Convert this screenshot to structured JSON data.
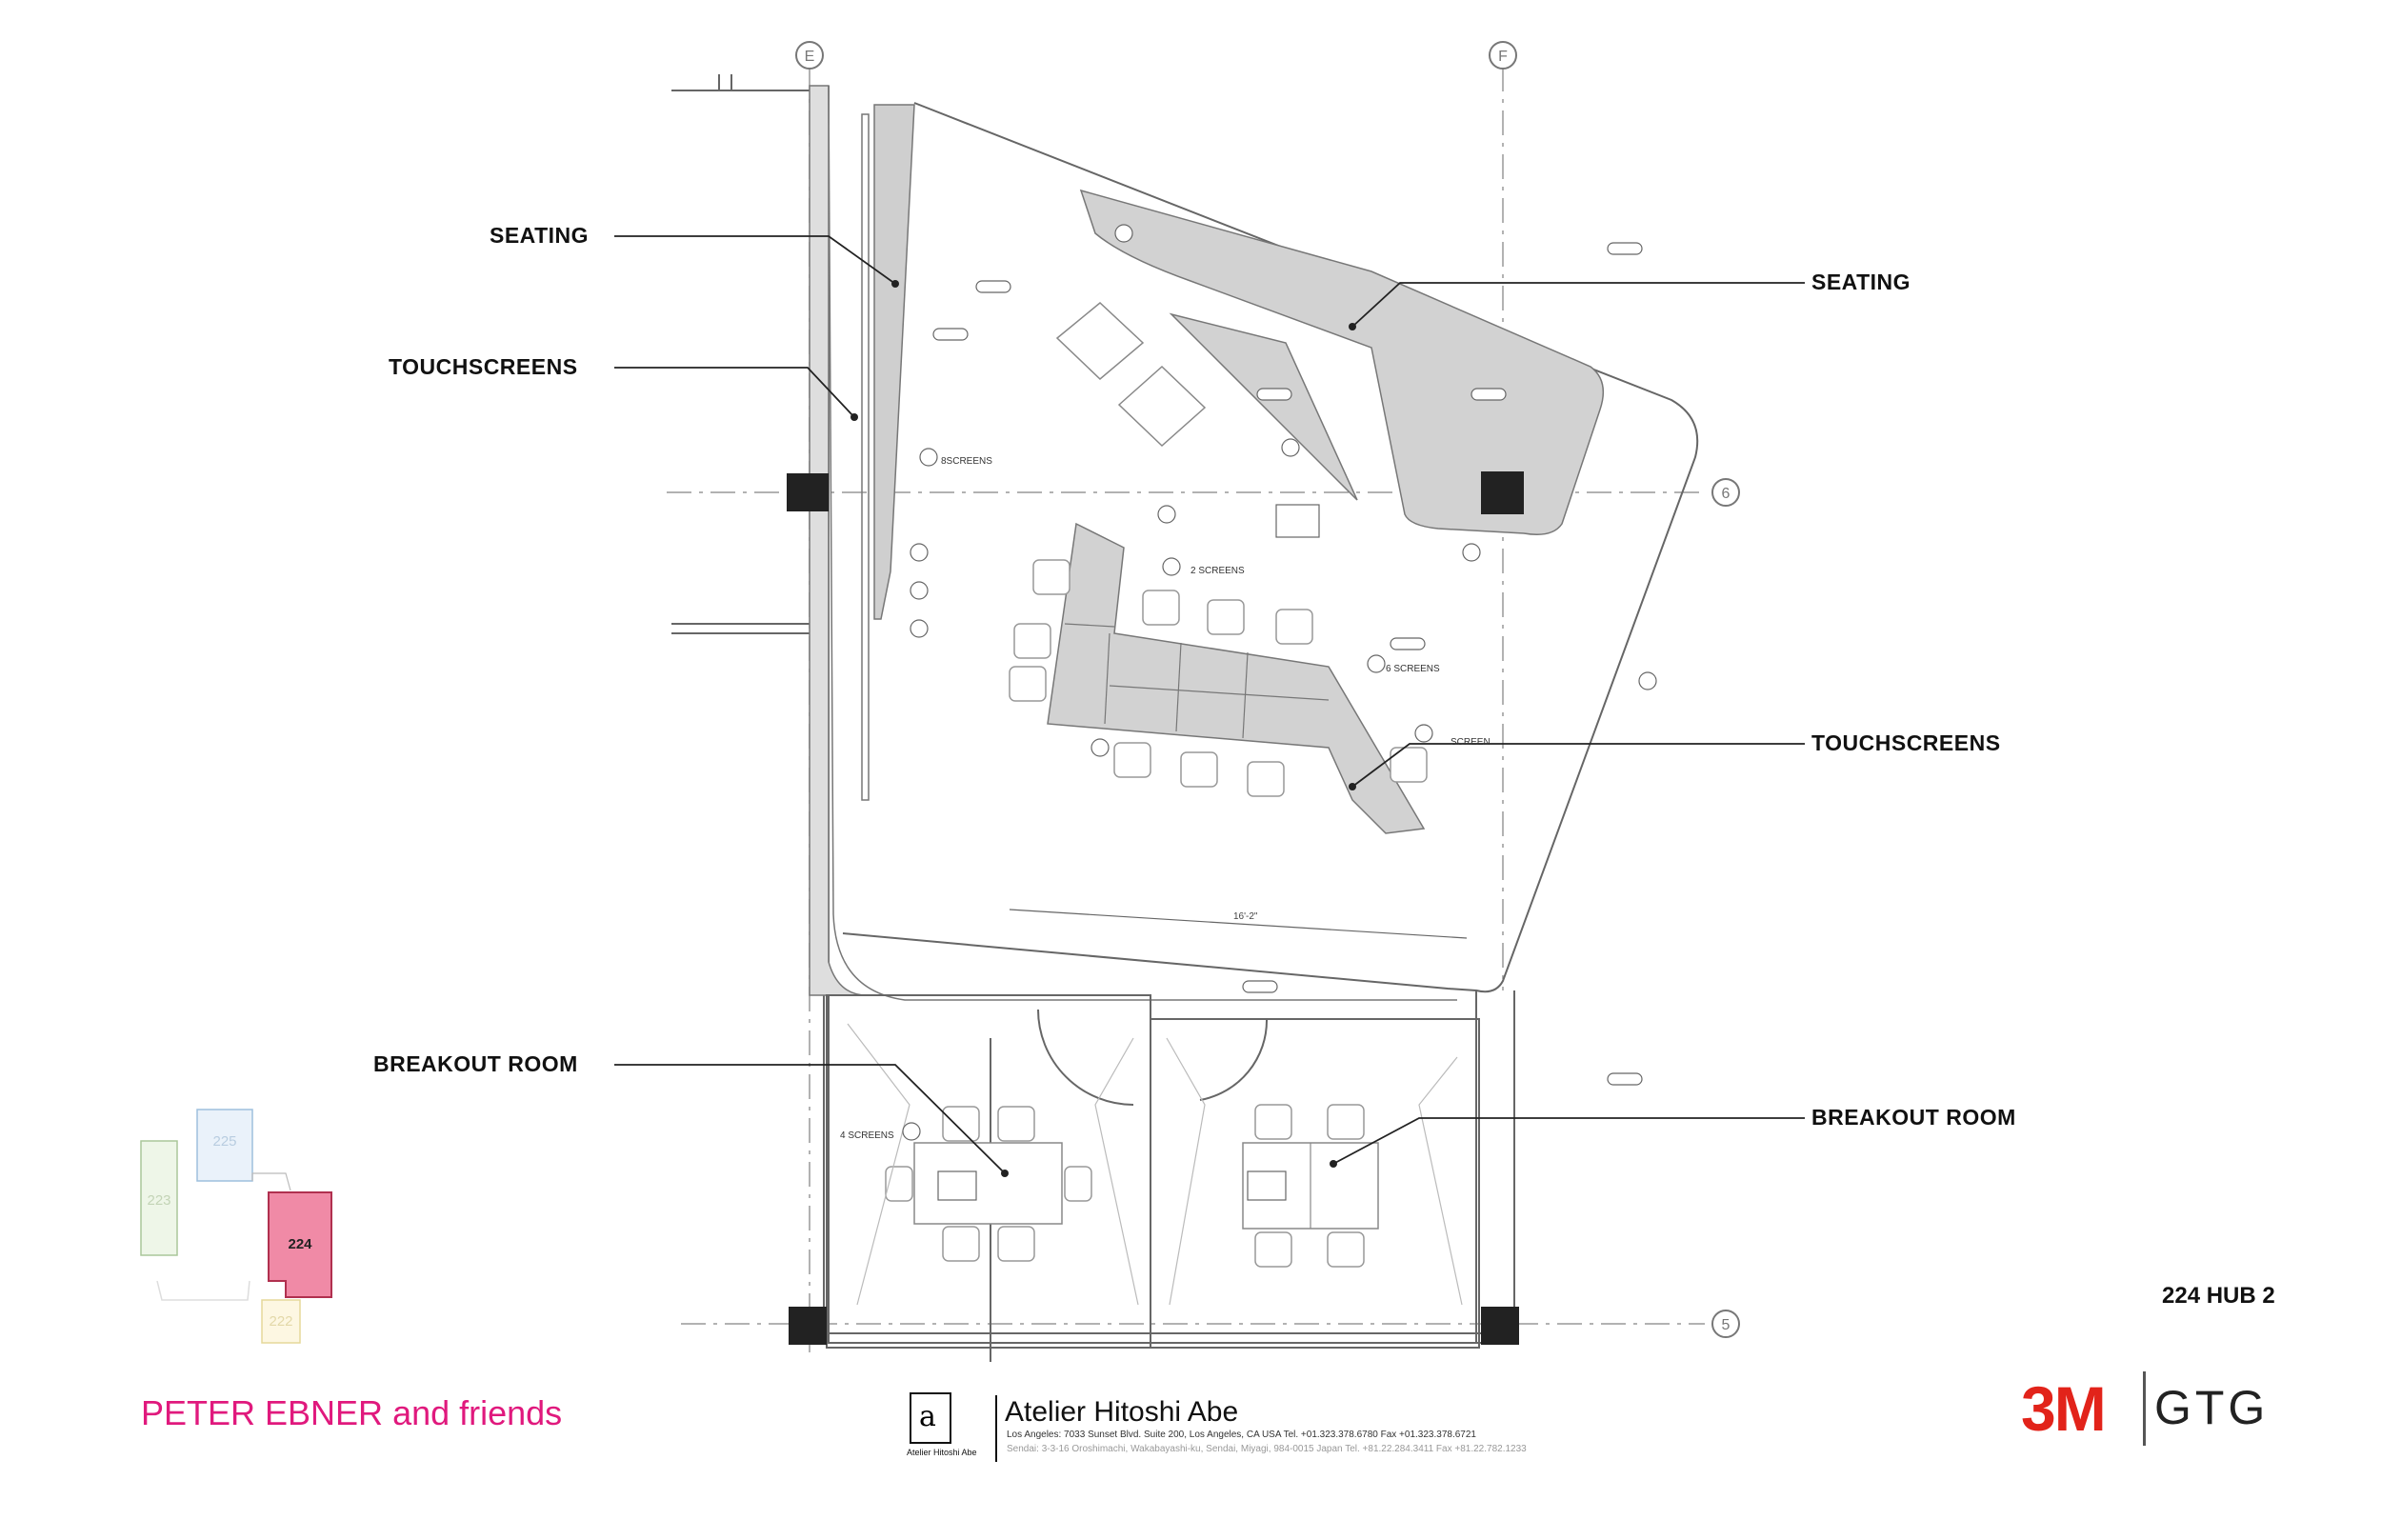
{
  "drawing": {
    "grid_labels": [
      "E",
      "F",
      "6",
      "5"
    ],
    "callouts": {
      "seating_left": "SEATING",
      "touchscreens_left": "TOUCHSCREENS",
      "breakout_left": "BREAKOUT ROOM",
      "seating_right": "SEATING",
      "touchscreens_right": "TOUCHSCREENS",
      "breakout_right": "BREAKOUT ROOM"
    },
    "annotations": {
      "screens_8": "8SCREENS",
      "screens_2": "2 SCREENS",
      "screens_6": "6 SCREENS",
      "screen": "SCREEN",
      "screens_4": "4 SCREENS",
      "dimension": "16'-2\""
    },
    "key_plan": {
      "rooms": [
        "225",
        "223",
        "224",
        "222"
      ],
      "highlighted": "224",
      "highlight_color": "#f08aa6"
    }
  },
  "sheet_title": "224 HUB 2",
  "footer": {
    "left_brand_bold": "PETER EBNER",
    "left_brand_rest": " and friends",
    "left_brand_color": "#e0197d",
    "atelier_name": "Atelier Hitoshi Abe",
    "atelier_small": "Atelier Hitoshi Abe",
    "address_la": "Los Angeles:  7033 Sunset Blvd. Suite 200, Los Angeles, CA USA Tel. +01.323.378.6780 Fax +01.323.378.6721",
    "address_sendai": "Sendai:  3-3-16 Oroshimachi, Wakabayashi-ku, Sendai, Miyagi, 984-0015 Japan Tel. +81.22.284.3411 Fax +81.22.782.1233",
    "logo_3m": "3M",
    "logo_3m_color": "#e2231a",
    "logo_gtg": "GTG"
  }
}
